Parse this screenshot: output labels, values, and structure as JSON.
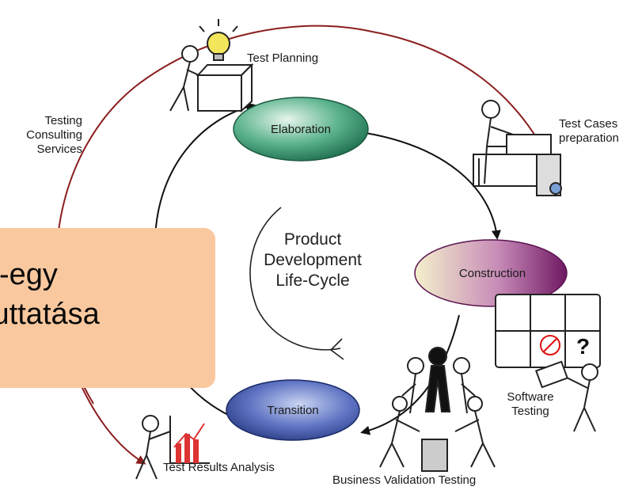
{
  "diagram": {
    "center_label": [
      "Product",
      "Development",
      "Life-Cycle"
    ],
    "phases": {
      "elaboration": "Elaboration",
      "construction": "Construction",
      "transition": "Transition"
    },
    "activities": {
      "test_planning": "Test Planning",
      "test_cases": [
        "Test Cases",
        "preparation"
      ],
      "software_testing": [
        "Software",
        "Testing"
      ],
      "business_validation": "Business Validation Testing",
      "test_results": "Test Results Analysis",
      "consulting": [
        "Testing",
        "Consulting",
        "Services"
      ]
    }
  },
  "callout": {
    "lines": [
      "y-egy",
      "futtatása"
    ]
  },
  "colors": {
    "elaboration": "#2f8f6a",
    "construction": "#8a2a7a",
    "transition": "#3a4d9a",
    "outer_ring": "#8b1e1e",
    "callout_bg": "#f9c89f"
  }
}
